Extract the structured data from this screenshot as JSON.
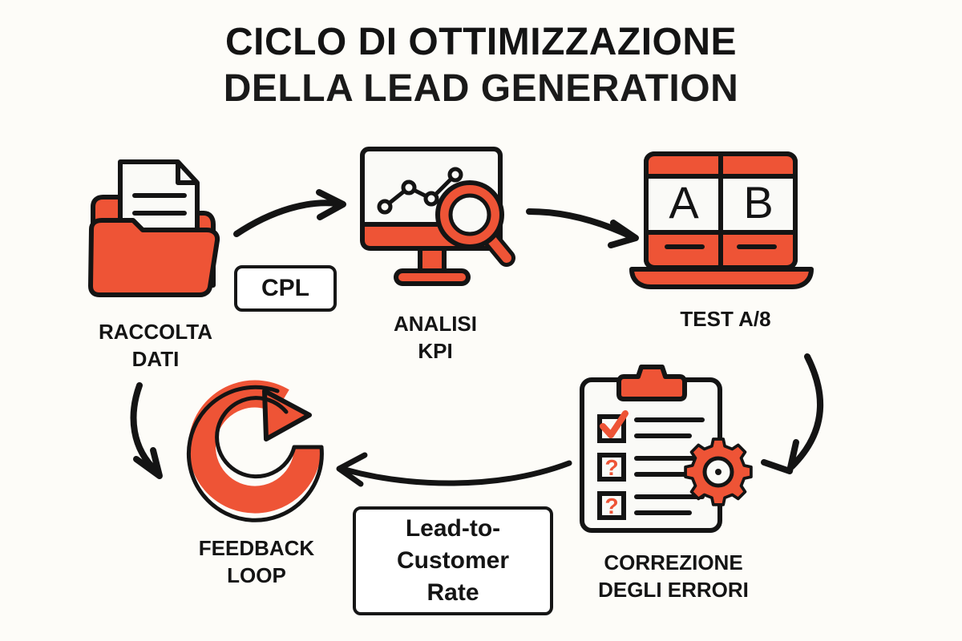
{
  "page": {
    "background_color": "#FDFCF8",
    "accent_color": "#EE5436",
    "ink_color": "#141414",
    "paper_color": "#FFFFFF"
  },
  "title": {
    "line1": "CICLO DI OTTIMIZZAZIONE",
    "line2": "DELLA LEAD GENERATION"
  },
  "nodes": [
    {
      "id": "raccolta-dati",
      "icon": "folder-document-icon",
      "label": "RACCOLTA\nDATI",
      "order": 1
    },
    {
      "id": "analisi-kpi",
      "icon": "monitor-chart-magnifier-icon",
      "label": "ANALISI\nKPI",
      "order": 2
    },
    {
      "id": "test-ab",
      "icon": "laptop-ab-split-icon",
      "label": "TEST A/8",
      "order": 3
    },
    {
      "id": "correzione-errori",
      "icon": "clipboard-gear-icon",
      "label": "CORREZIONE\nDEGLI ERRORI",
      "order": 4
    },
    {
      "id": "feedback-loop",
      "icon": "circular-arrow-loop-icon",
      "label": "FEEDBACK\nLOOP",
      "order": 5
    }
  ],
  "badges": [
    {
      "id": "cpl",
      "text": "CPL"
    },
    {
      "id": "lead-to-customer-rate",
      "text": "Lead-to-\nCustomer\nRate"
    }
  ],
  "icon_details": {
    "laptop_ab": {
      "panel_a": "A",
      "panel_b": "B"
    },
    "clipboard": {
      "checkbox_marks": [
        "check",
        "question",
        "question"
      ],
      "rows": 3
    },
    "monitor_chart": {
      "node_count": 4
    }
  },
  "arrows": [
    {
      "id": "arrow-raccolta-to-analisi",
      "direction": "right"
    },
    {
      "id": "arrow-analisi-to-test",
      "direction": "right"
    },
    {
      "id": "arrow-test-to-correzione",
      "direction": "down-left"
    },
    {
      "id": "arrow-correzione-to-feedback",
      "direction": "left"
    },
    {
      "id": "arrow-raccolta-to-feedback",
      "direction": "down-right"
    }
  ]
}
